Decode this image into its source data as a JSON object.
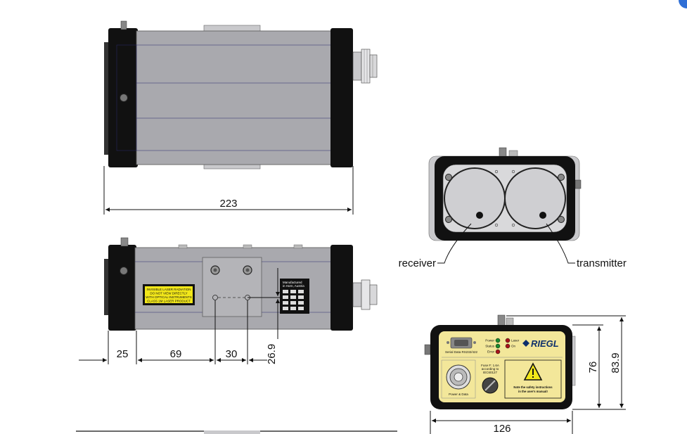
{
  "dimensions": {
    "length": "223",
    "offset_a": "25",
    "offset_b": "69",
    "offset_c": "30",
    "height_center": "26.9",
    "front_height_inner": "76",
    "front_height_outer": "83.9",
    "front_width": "126"
  },
  "labels": {
    "receiver": "receiver",
    "transmitter": "transmitter"
  },
  "laser_label": {
    "line1": "INVISIBLE LASER RADIATION",
    "line2": "DO NOT VIEW DIRECTLY",
    "line3": "WITH OPTICAL INSTRUMENTS",
    "line4": "CLASS 1M LASER PRODUCT"
  },
  "plate": {
    "line1": "Manufactured",
    "line2": "in Horn, Austria"
  },
  "rear_panel": {
    "brand": "RIEGL",
    "led_power": "Power",
    "led_status": "Status",
    "led_error": "Error",
    "led_r1": "Laser",
    "led_r2": "On",
    "serial": "Serial Data RS232/422",
    "power_data": "Power & Data",
    "fuse_line1": "Fuse F: 1.6A",
    "fuse_line2": "according to",
    "fuse_line3": "IEC60127",
    "warning_line1": "Note the safety instructions",
    "warning_line2": "in the user's manual!"
  },
  "colors": {
    "housing": "#a9a9ae",
    "housing_dark": "#8e8e94",
    "black": "#111111",
    "laser_yellow": "#f2e71a",
    "panel_yellow": "#f3e79a",
    "led_green": "#1b8a2c",
    "led_red": "#a8141a",
    "brand_blue": "#0d2f6b"
  }
}
